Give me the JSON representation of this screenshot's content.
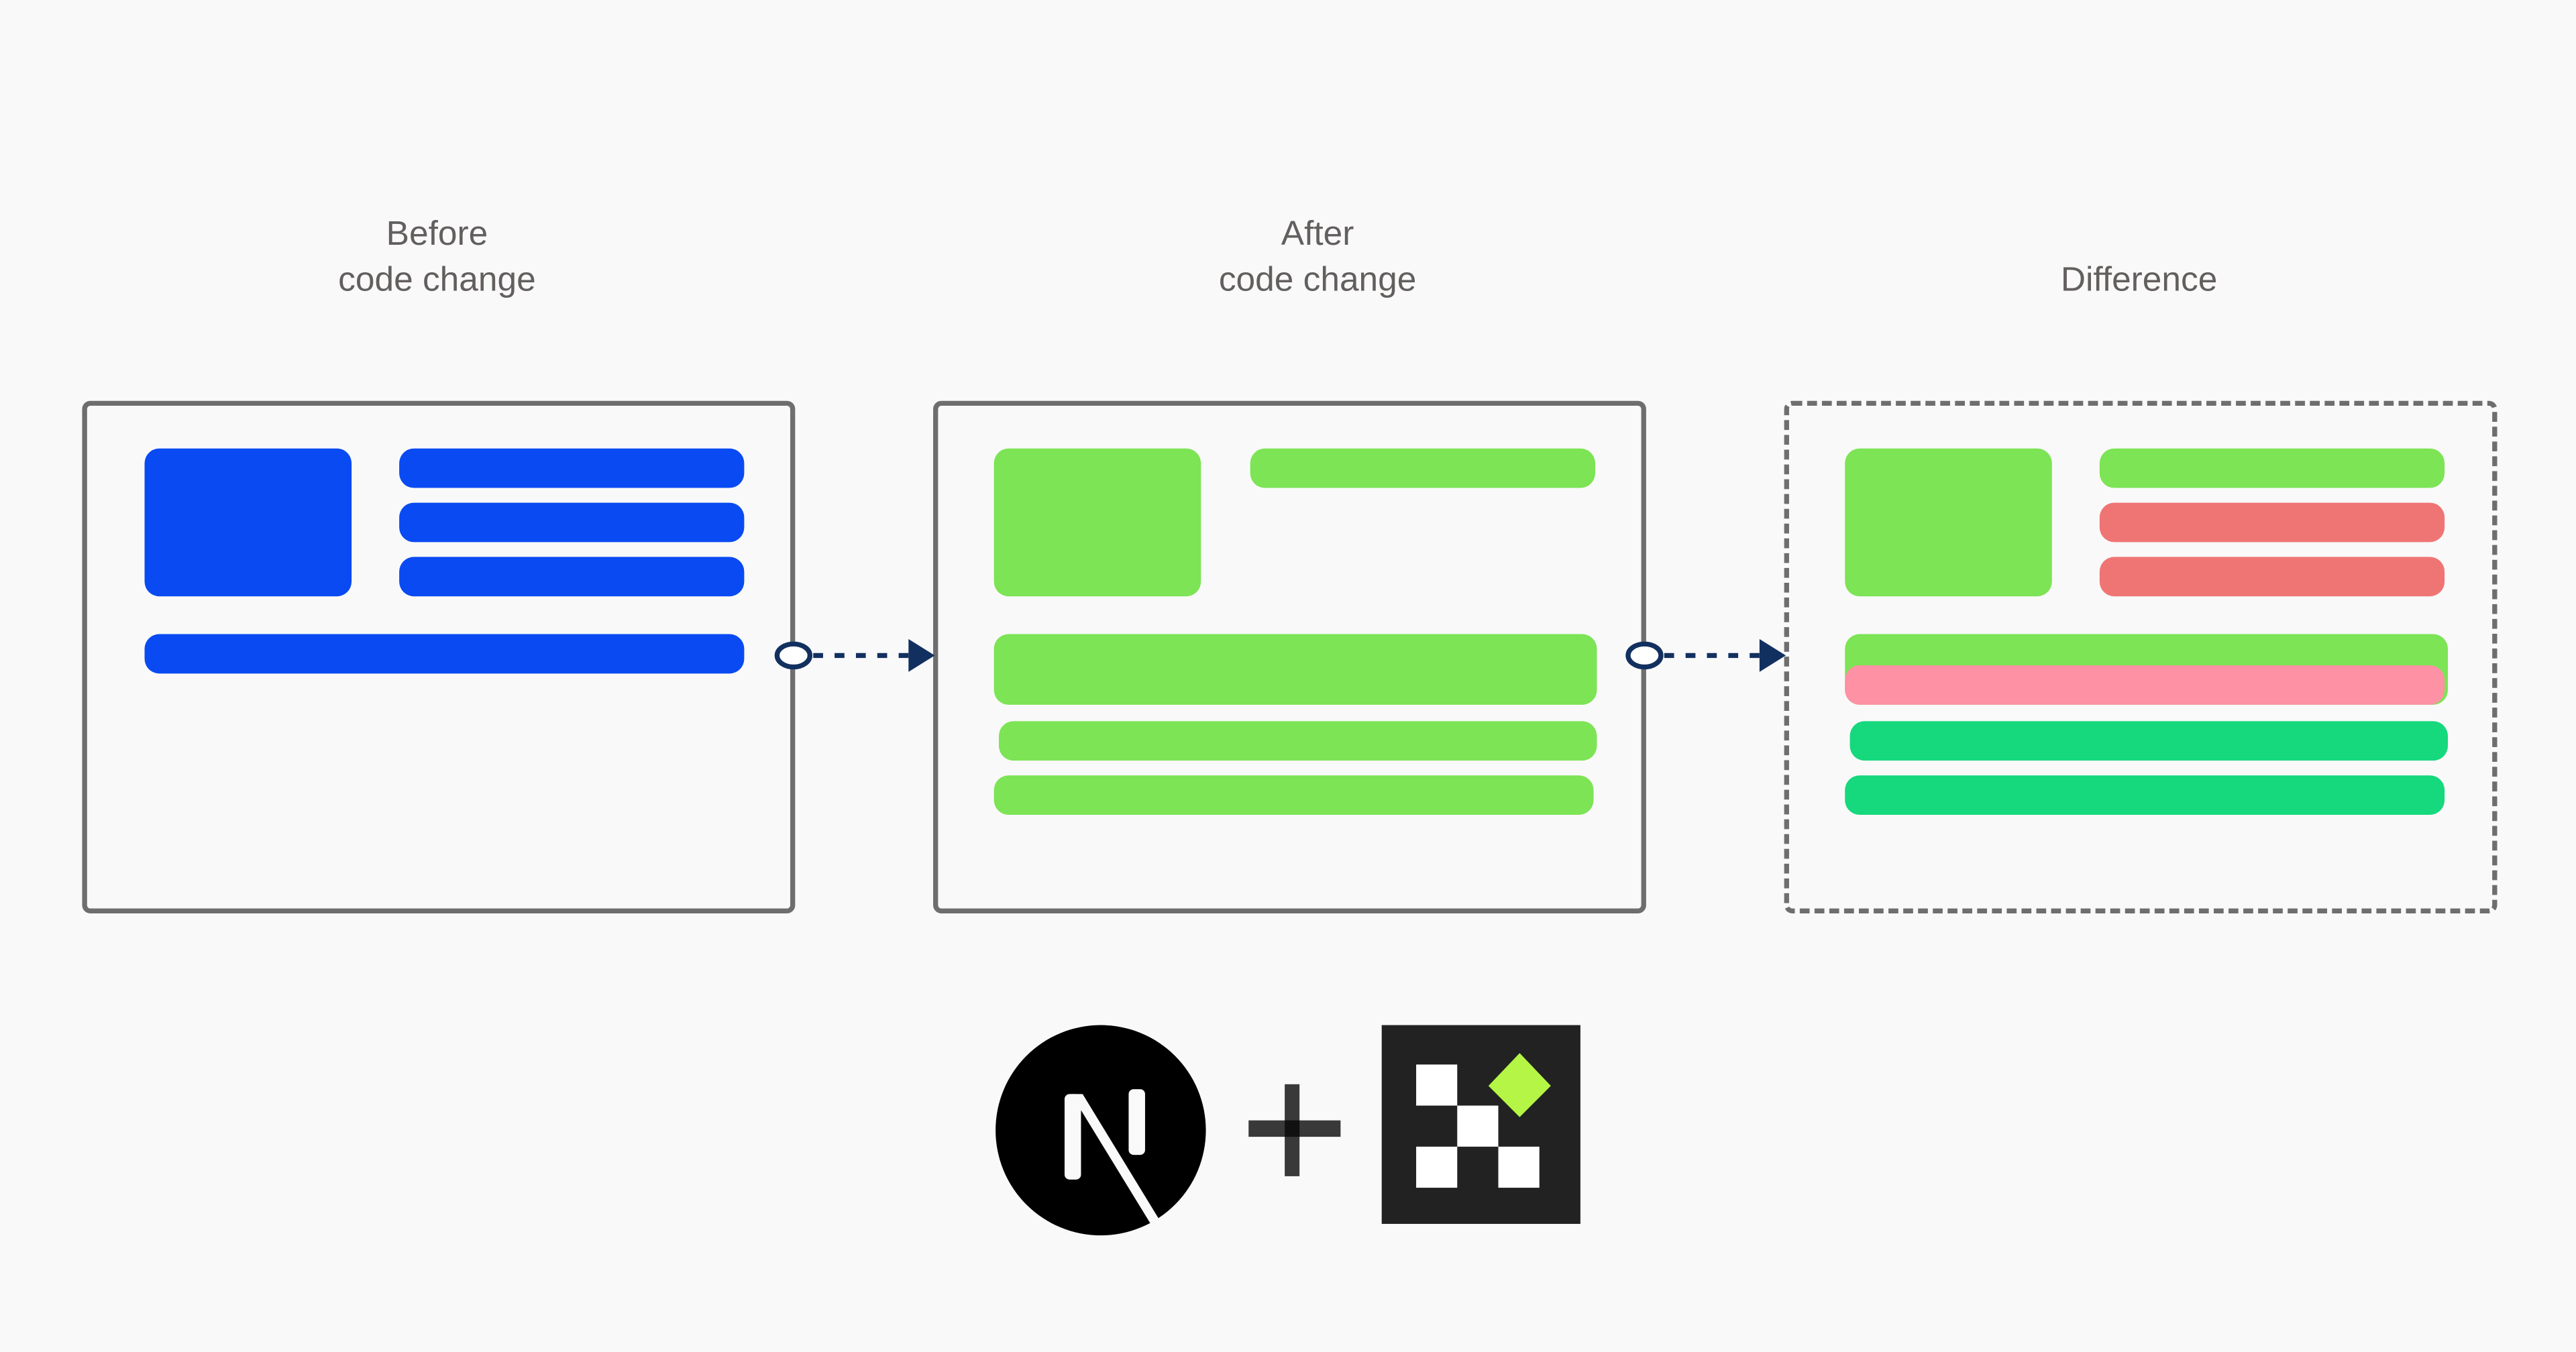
{
  "titles": {
    "before": {
      "line1": "Before",
      "line2": "code change"
    },
    "after": {
      "line1": "After",
      "line2": "code change"
    },
    "difference": {
      "line1": "Difference"
    }
  },
  "colors": {
    "before_block": "#094af2",
    "unchanged_block": "#7ce455",
    "removed_block": "#ef7574",
    "removed_overlay": "#ff91a4",
    "added_block": "#16d87d",
    "frame": "#6e6e6e",
    "connector": "#12305f",
    "label_text": "#625f5e"
  },
  "logos": {
    "left": {
      "name": "Next.js",
      "letter": "N"
    },
    "joiner": "+",
    "right": {
      "name": "checkered logo"
    }
  }
}
